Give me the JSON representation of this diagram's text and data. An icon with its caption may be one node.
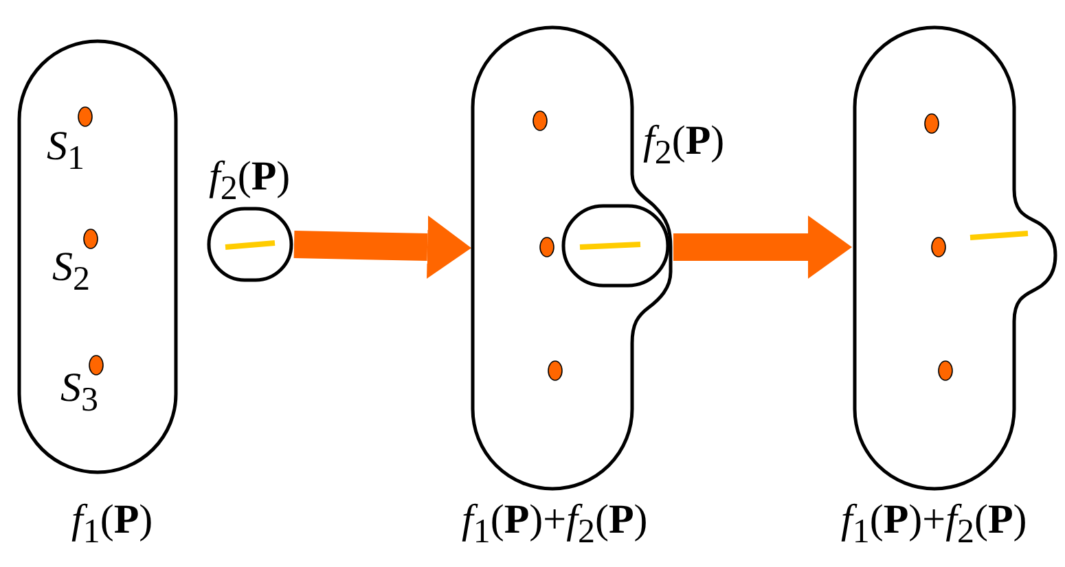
{
  "diagram": {
    "nodes": [
      {
        "text": [
          "*S*$_{1}$",
          "*S*$_{2}$",
          "*S*$_{3}$"
        ],
        "beside": [
          "*f*$_{1}$(**P**)"
        ]
      },
      {
        "text": [],
        "shape": "box",
        "beside": [
          "*f*$_{2}$(**P**)"
        ]
      },
      {
        "text": [],
        "shape": "box",
        "beside": [
          "*f*$_{2}$(**P**)",
          "*f*$_{1}$(**P**)+*f*$_{2}$(**P**)"
        ]
      },
      {
        "text": [],
        "shape": "box",
        "in": 2
      },
      {
        "text": [],
        "shape": "box",
        "beside": [
          "*f*$_{1}$(**P**)+*f*$_{2}$(**P**)"
        ]
      }
    ],
    "edges": [
      {
        "from": 1,
        "to": 2,
        "arrow": "to"
      },
      {
        "from": 2,
        "to": 4,
        "arrow": "to"
      }
    ]
  }
}
